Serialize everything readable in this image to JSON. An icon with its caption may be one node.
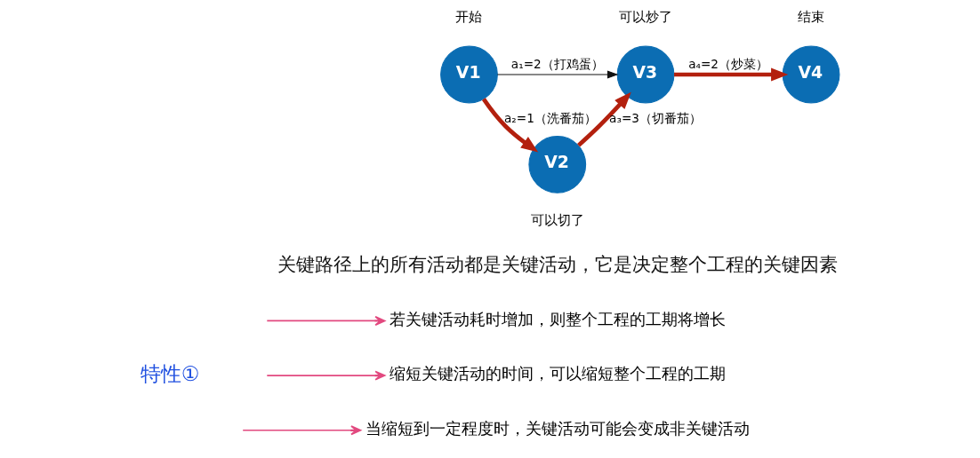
{
  "diagram": {
    "nodes": [
      {
        "text": [
          "V1"
        ],
        "beside": [
          "开始"
        ]
      },
      {
        "text": [
          "V3"
        ],
        "beside": [
          "可以炒了"
        ]
      },
      {
        "text": [
          "V4"
        ],
        "beside": [
          "结束"
        ]
      },
      {
        "text": [
          "V2"
        ],
        "beside": [
          "可以切了"
        ]
      },
      {
        "text": [
          "若关键活动耗时增加，则整个工程的工期将增长"
        ]
      },
      {
        "text": [
          "缩短关键活动的时间，可以缩短整个工程的工期"
        ]
      },
      {
        "text": [
          "当缩短到一定程度时，关键活动可能会变成非关键活动"
        ]
      }
    ],
    "edges": [
      {
        "from": 0,
        "to": 1,
        "arrow": "to",
        "label": "a₁=2（打鸡蛋）",
        "color": "#111111"
      },
      {
        "from": 0,
        "to": 3,
        "arrow": "to",
        "label": "a₂=1（洗番茄）",
        "style": "thick",
        "color": "#b3200e"
      },
      {
        "from": 3,
        "to": 1,
        "arrow": "to",
        "label": "a₃=3（切番茄）",
        "style": "thick",
        "color": "#b3200e"
      },
      {
        "from": 1,
        "to": 2,
        "arrow": "to",
        "label": "a₄=2（炒菜）",
        "style": "thick",
        "color": "#b3200e"
      },
      {
        "from": null,
        "to": 4,
        "arrow": "to",
        "color": "#e2497f"
      },
      {
        "from": null,
        "to": 5,
        "arrow": "to",
        "color": "#e2497f"
      },
      {
        "from": null,
        "to": 6,
        "arrow": "to",
        "color": "#e2497f"
      }
    ],
    "labels": [
      "关键路径上的所有活动都是关键活动，它是决定整个工程的关键因素",
      "特性①"
    ]
  }
}
